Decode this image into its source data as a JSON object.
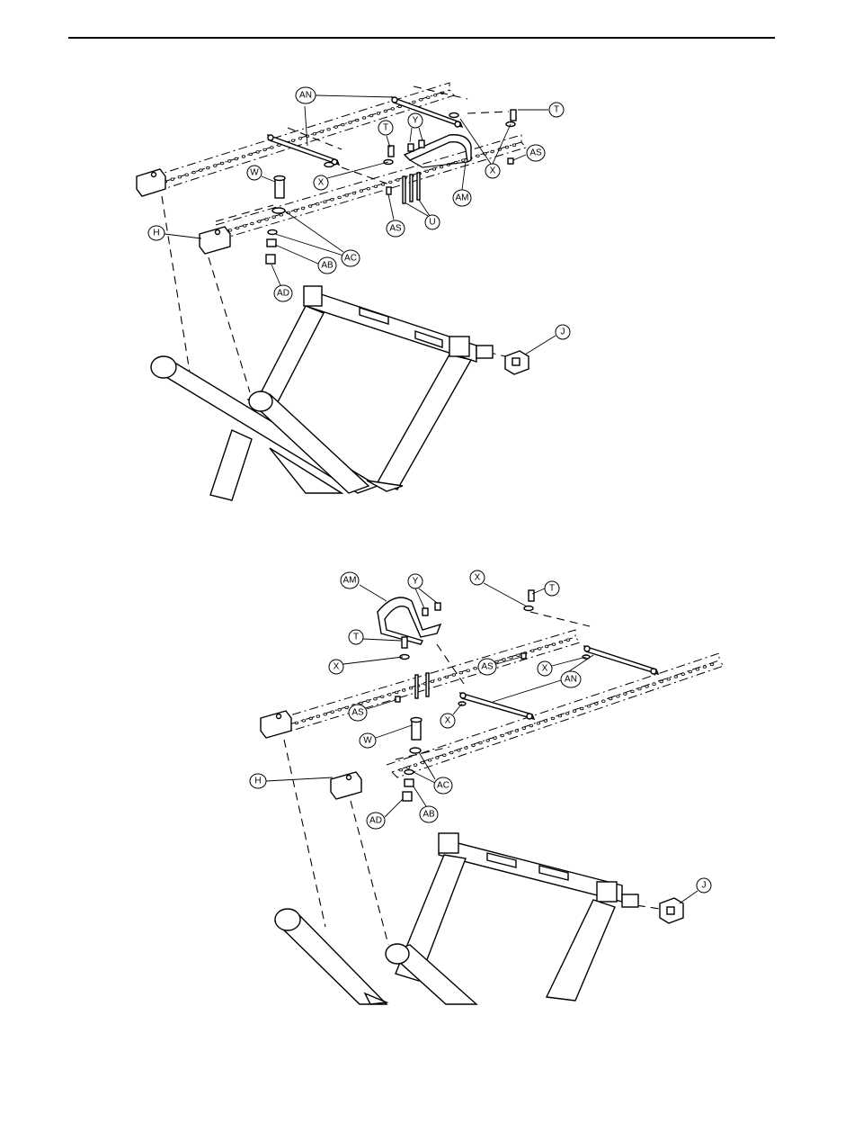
{
  "figure_top": {
    "callouts": [
      "AN",
      "T",
      "Y",
      "X",
      "X",
      "AS",
      "W",
      "AM",
      "AS",
      "U",
      "H",
      "AC",
      "AB",
      "AD",
      "J"
    ]
  },
  "figure_bottom": {
    "callouts": [
      "AM",
      "Y",
      "X",
      "T",
      "T",
      "X",
      "AS",
      "X",
      "AN",
      "AS",
      "X",
      "W",
      "AC",
      "H",
      "AD",
      "AB",
      "J"
    ]
  }
}
